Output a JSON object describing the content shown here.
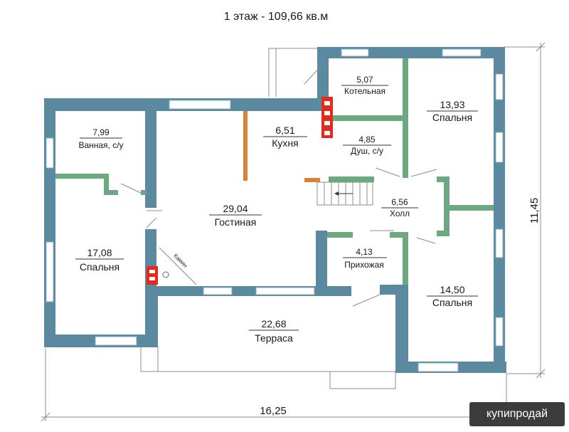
{
  "title": "1 этаж - 109,66 кв.м",
  "rooms": [
    {
      "key": "bath",
      "area": "7,99",
      "name": "Ванная, с/у"
    },
    {
      "key": "boiler",
      "area": "5,07",
      "name": "Котельная"
    },
    {
      "key": "kitchen",
      "area": "6,51",
      "name": "Кухня"
    },
    {
      "key": "bedroom_ne",
      "area": "13,93",
      "name": "Спальня"
    },
    {
      "key": "shower",
      "area": "4,85",
      "name": "Душ, с/у"
    },
    {
      "key": "living",
      "area": "29,04",
      "name": "Гостиная"
    },
    {
      "key": "hall",
      "area": "6,56",
      "name": "Холл"
    },
    {
      "key": "bedroom_w",
      "area": "17,08",
      "name": "Спальня"
    },
    {
      "key": "entry",
      "area": "4,13",
      "name": "Прихожая"
    },
    {
      "key": "bedroom_se",
      "area": "14,50",
      "name": "Спальня"
    },
    {
      "key": "terrace",
      "area": "22,68",
      "name": "Терраса"
    }
  ],
  "fireplace_label": "Камин",
  "dimensions": {
    "width": "16,25",
    "height": "11,45"
  },
  "logo": "купипродай",
  "colors": {
    "wall": "#5b8aa0",
    "partition": "#6da883",
    "wood_partition": "#d98336",
    "brick": "#e02b1f"
  }
}
